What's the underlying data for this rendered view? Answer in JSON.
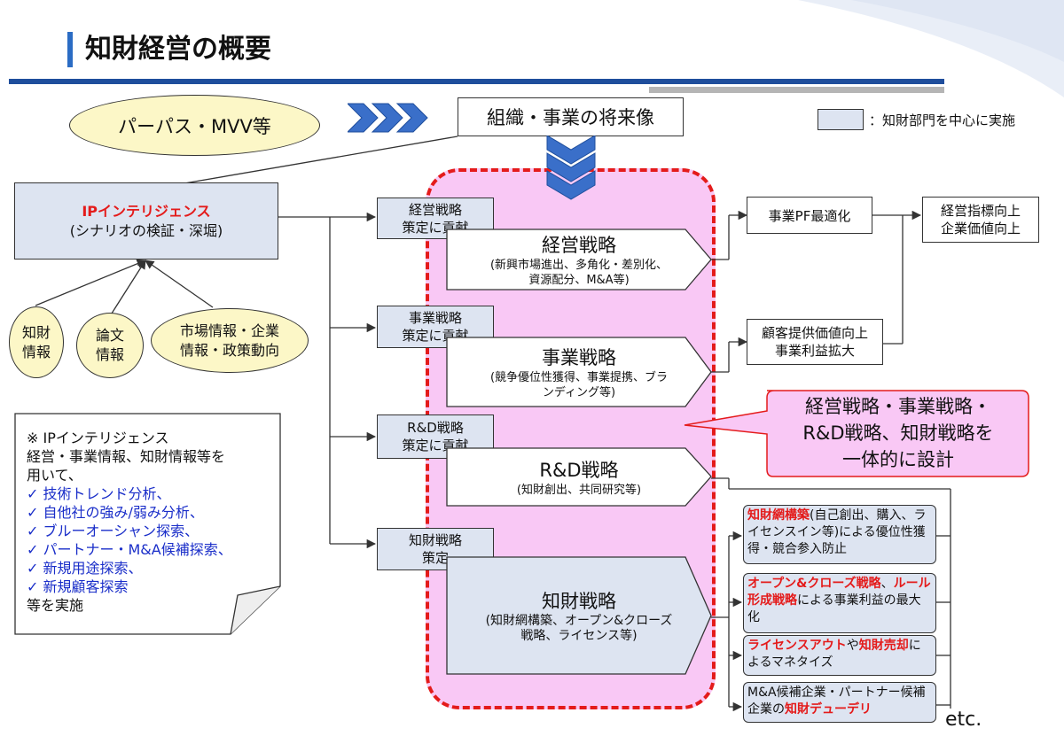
{
  "title": "知財経営の概要",
  "purpose": "パーパス・MVV等",
  "future": "組織・事業の将来像",
  "legend": "：知財部門を中心に実施",
  "ip_intel": {
    "title": "IPインテリジェンス",
    "sub": "(シナリオの検証・深堀)"
  },
  "sources": [
    {
      "l1": "知財",
      "l2": "情報"
    },
    {
      "l1": "論文",
      "l2": "情報"
    },
    {
      "l1": "市場情報・企業",
      "l2": "情報・政策動向"
    }
  ],
  "note": {
    "line1": "※ IPインテリジェンス",
    "line2": "経営・事業情報、知財情報等を",
    "line3": "用いて、",
    "items": [
      "✓ 技術トレンド分析、",
      "✓ 自他社の強み/弱み分析、",
      "✓ ブルーオーシャン探索、",
      "✓ パートナー・M&A候補探索、",
      "✓ 新規用途探索、",
      "✓ 新規顧客探索"
    ],
    "last": "等を実施"
  },
  "contrib": [
    {
      "l1": "経営戦略",
      "l2": "策定に貢献"
    },
    {
      "l1": "事業戦略",
      "l2": "策定に貢献"
    },
    {
      "l1": "R&D戦略",
      "l2": "策定に貢献"
    },
    {
      "l1": "知財戦略",
      "l2": "策定"
    }
  ],
  "strategies": [
    {
      "title": "経営戦略",
      "d1": "(新興市場進出、多角化・差別化、",
      "d2": "資源配分、M&A等)"
    },
    {
      "title": "事業戦略",
      "d1": "(競争優位性獲得、事業提携、ブラ",
      "d2": "ンディング等)"
    },
    {
      "title": "R&D戦略",
      "d1": "(知財創出、共同研究等)",
      "d2": ""
    },
    {
      "title": "知財戦略",
      "d1": "(知財網構築、オープン&クローズ",
      "d2": "戦略、ライセンス等)"
    }
  ],
  "pf": "事業PF最適化",
  "kpi": {
    "l1": "経営指標向上",
    "l2": "企業価値向上"
  },
  "cust": {
    "l1": "顧客提供価値向上",
    "l2": "事業利益拡大"
  },
  "callout": {
    "l1": "経営戦略・事業戦略・",
    "l2": "R&D戦略、知財戦略を",
    "l3": "一体的に設計"
  },
  "outcomes": [
    {
      "r1": "知財網構築",
      "t1": "(自己創出、購入、ライセンスイン等)による優位性獲得・競合参入防止"
    },
    {
      "r1": "オープン&クローズ戦略",
      "t1": "、",
      "r2": "ルール形成戦略",
      "t2": "による事業利益の最大化"
    },
    {
      "r1": "ライセンスアウト",
      "t1": "や",
      "r2": "知財売却",
      "t2": "によるマネタイズ"
    },
    {
      "t0": "M&A候補企業・パートナー候補企業の",
      "r1": "知財デューデリ"
    }
  ],
  "etc": "etc.",
  "colors": {
    "accent_blue": "#1f4e9c",
    "highlight_pink": "#f9c8f5",
    "dash_red": "#e41b1b",
    "box_blue": "#dde4f1",
    "yellow": "#fcf7c7"
  }
}
